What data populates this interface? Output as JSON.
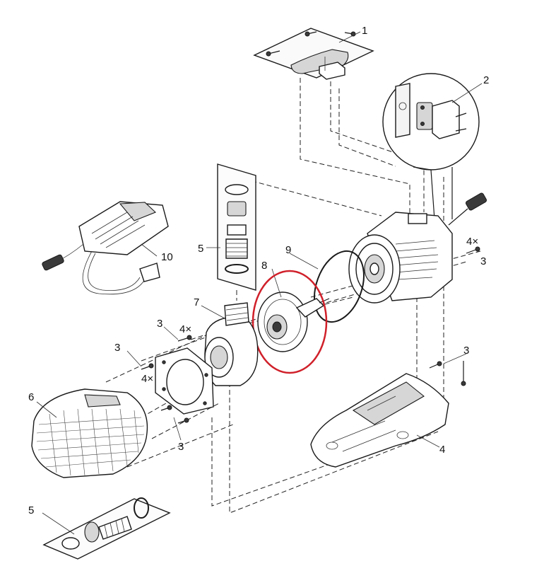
{
  "callouts": {
    "c1": "1",
    "c2": "2",
    "c3a": "3",
    "c3b": "3",
    "c3c": "3",
    "c3d": "3",
    "c3e": "3",
    "c4": "4",
    "c4x_a": "4×",
    "c4x_b": "4×",
    "c4x_c": "4×",
    "c5a": "5",
    "c5b": "5",
    "c6": "6",
    "c7": "7",
    "c8": "8",
    "c9": "9",
    "c10": "10"
  },
  "colors": {
    "highlight_circle": "#d0202a",
    "line": "#1a1a1a"
  }
}
